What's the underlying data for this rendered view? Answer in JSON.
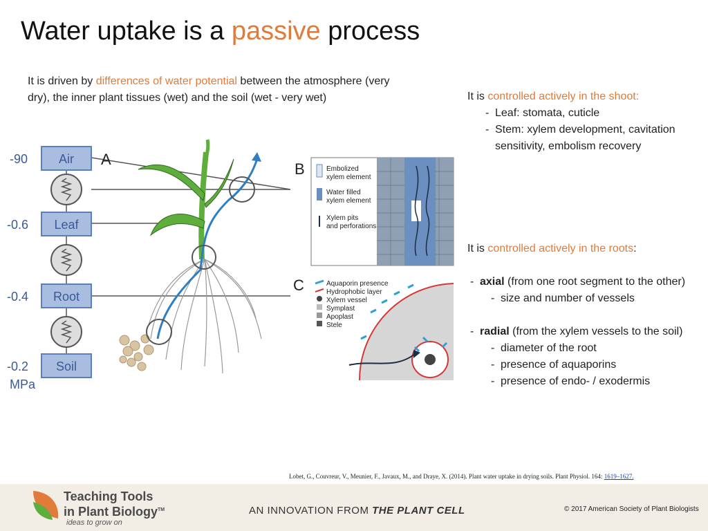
{
  "title": {
    "pre": "Water uptake is a ",
    "accent": "passive",
    "post": " process"
  },
  "intro": {
    "pre": "It is driven by ",
    "accent": "differences of water potential",
    "post": " between the atmosphere (very dry), the inner plant tissues (wet) and the soil (wet - very wet)"
  },
  "shoot": {
    "pre": "It is ",
    "accent": "controlled actively in the shoot:",
    "items": [
      "Leaf: stomata, cuticle",
      "Stem: xylem development, cavitation sensitivity, embolism recovery"
    ]
  },
  "roots": {
    "pre": "It is ",
    "accent": "controlled actively in the roots",
    "post": ":"
  },
  "axial": {
    "label": "axial",
    "desc": " (from one root segment to the other)",
    "items": [
      "size and number of vessels"
    ]
  },
  "radial": {
    "label": "radial",
    "desc": " (from the xylem vessels to the soil)",
    "items": [
      "diameter of the root",
      "presence of aquaporins",
      "presence of endo- / exodermis"
    ]
  },
  "diagram": {
    "potentials": [
      {
        "value": "-90",
        "label": "Air"
      },
      {
        "value": "-0.6",
        "label": "Leaf"
      },
      {
        "value": "-0.4",
        "label": "Root"
      },
      {
        "value": "-0.2",
        "label": "Soil"
      }
    ],
    "unit": "MPa",
    "panel_a": "A",
    "panel_b": "B",
    "panel_c": "C",
    "legend_b": [
      "Embolized",
      "xylem element",
      "Water filled",
      "xylem element",
      "Xylem pits",
      "and perforations"
    ],
    "legend_c": [
      "Aquaporin presence",
      "Hydrophobic layer",
      "Xylem vessel",
      "Symplast",
      "Apoplast",
      "Stele"
    ]
  },
  "citation": {
    "text": "Lobet, G., Couvreur, V., Meunier, F., Javaux, M., and Draye, X. (2014). Plant water uptake in drying soils. Plant Physiol. 164: ",
    "link": "1619–1627."
  },
  "footer": {
    "logo_line1": "Teaching Tools",
    "logo_line2": "in Plant Biology",
    "tm": "TM",
    "tagline": "ideas to grow on",
    "innovation_pre": "AN INNOVATION FROM ",
    "innovation_bold": "THE PLANT CELL",
    "copyright": "© 2017 American Society of Plant Biologists"
  },
  "colors": {
    "accent": "#e07b39",
    "box_fill": "#a9bde0",
    "box_stroke": "#5b7fb8",
    "water": "#2e7fc1",
    "leaf": "#5fae3d"
  }
}
